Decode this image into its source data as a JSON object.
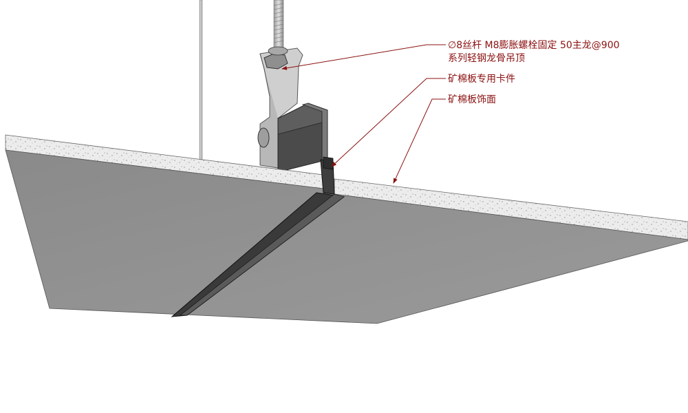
{
  "annotations": [
    {
      "line1": "∅8丝杆 M8膨胀螺栓固定 50主龙@900",
      "line2": "系列轻钢龙骨吊顶"
    },
    {
      "line1": "矿棉板专用卡件"
    },
    {
      "line1": "矿棉板饰面"
    }
  ],
  "colors": {
    "leader": "#8b1010",
    "panel_face": "#8e8e8e",
    "panel_edge": "#e6e6e6",
    "metal": "#6a6a6a",
    "rod": "#b4b4b4"
  }
}
